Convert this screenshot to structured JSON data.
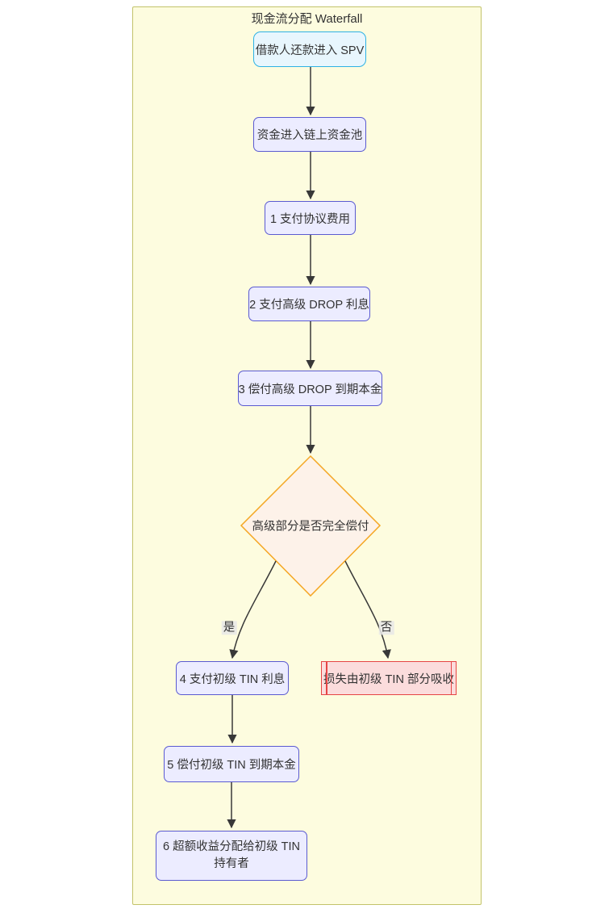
{
  "diagram": {
    "title": "现金流分配 Waterfall",
    "nodes": {
      "spv": {
        "label": "借款人还款进入 SPV"
      },
      "pool": {
        "label": "资金进入链上资金池"
      },
      "step1": {
        "label": "1 支付协议费用"
      },
      "step2": {
        "label": "2 支付高级 DROP 利息"
      },
      "step3": {
        "label": "3 偿付高级 DROP 到期本金"
      },
      "decision": {
        "label": "高级部分是否完全偿付"
      },
      "step4": {
        "label": "4 支付初级 TIN 利息"
      },
      "loss": {
        "label": "损失由初级 TIN 部分吸收"
      },
      "step5": {
        "label": "5 偿付初级 TIN 到期本金"
      },
      "step6": {
        "lines": [
          "6 超额收益分配给初级 TIN",
          "持有者"
        ]
      }
    },
    "edge_labels": {
      "yes": "是",
      "no": "否"
    },
    "colors": {
      "container_fill": "#fdfcdf",
      "container_border": "#c3c36a",
      "node_fill": "#ececff",
      "node_border": "#5a5ad1",
      "start_fill": "#e8f6fd",
      "start_border": "#2eb2e4",
      "decision_fill": "#fdf2e9",
      "decision_border": "#f5a623",
      "loss_fill": "#fbdcdc",
      "loss_border": "#e64545",
      "edge_stroke": "#383838",
      "text": "#333333"
    }
  }
}
